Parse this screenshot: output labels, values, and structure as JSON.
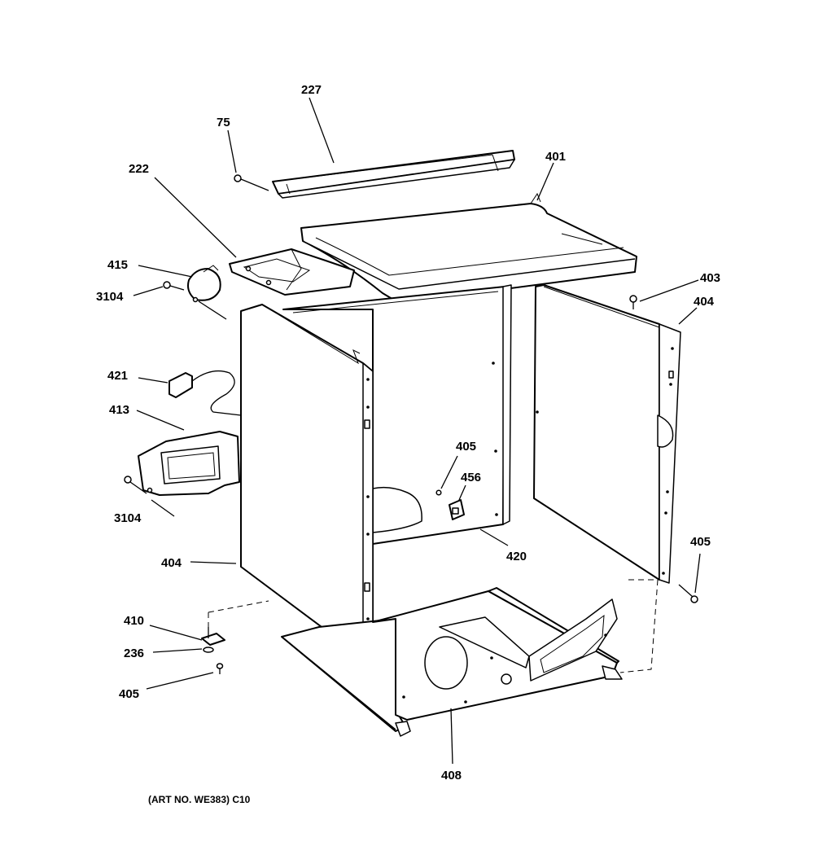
{
  "caption": "(ART NO. WE383) C10",
  "callouts": {
    "c227": "227",
    "c75": "75",
    "c401": "401",
    "c222": "222",
    "c415": "415",
    "c3104a": "3104",
    "c403": "403",
    "c404a": "404",
    "c421": "421",
    "c413": "413",
    "c405a": "405",
    "c456": "456",
    "c3104b": "3104",
    "c420": "420",
    "c405b": "405",
    "c404b": "404",
    "c410": "410",
    "c236": "236",
    "c405c": "405",
    "c408": "408"
  }
}
